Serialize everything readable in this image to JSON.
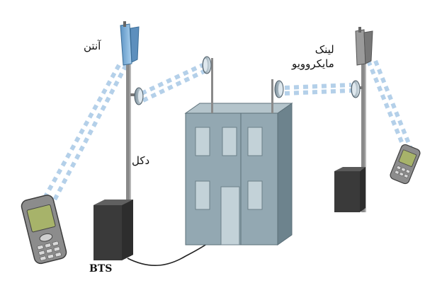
{
  "labels": {
    "antenna": "آنتن",
    "mast": "دکل",
    "microwave_link_line1": "لینک",
    "microwave_link_line2": "مایکروویو",
    "bts": "BTS"
  },
  "colors": {
    "beam": "#a8c8e6",
    "antenna_panel": "#7fb2dc",
    "building": "#8fa4ae",
    "building_side": "#6d838d",
    "window": "#c3d2d8",
    "cabinet": "#3e3e3e",
    "mast": "#8a8a8a",
    "dish": "#b8c8d2",
    "phone_body": "#8c8c8c",
    "phone_screen": "#a7b36a"
  },
  "icons": {
    "left_phone": "mobile-phone-icon",
    "right_phone": "mobile-phone-icon",
    "left_antenna": "sector-antenna-icon",
    "right_antenna": "sector-antenna-icon",
    "dishes": "microwave-dish-icon"
  }
}
